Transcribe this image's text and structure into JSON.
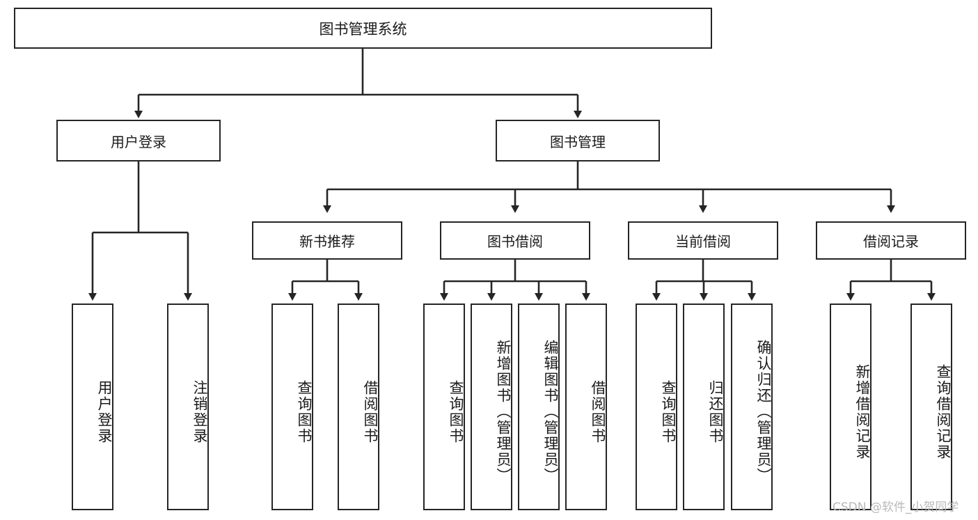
{
  "diagram": {
    "title": "图书管理系统",
    "type": "tree-hierarchy",
    "watermark": "CSDN @软件_小贺同学",
    "colors": {
      "stroke": "#252525",
      "fill": "#ffffff",
      "text": "#1a1a1a",
      "watermark": "#b9b9b9"
    },
    "root": {
      "label": "图书管理系统"
    },
    "level2": [
      {
        "label": "用户登录"
      },
      {
        "label": "图书管理"
      }
    ],
    "level3": [
      {
        "label": "新书推荐"
      },
      {
        "label": "图书借阅"
      },
      {
        "label": "当前借阅"
      },
      {
        "label": "借阅记录"
      }
    ],
    "leaves": {
      "user_login": [
        {
          "label": "用户登录"
        },
        {
          "label": "注销登录"
        }
      ],
      "new_book": [
        {
          "label": "查询图书"
        },
        {
          "label": "借阅图书"
        }
      ],
      "book_borrow": [
        {
          "label": "查询图书"
        },
        {
          "label": "新增图书（管理员）"
        },
        {
          "label": "编辑图书（管理员）"
        },
        {
          "label": "借阅图书"
        }
      ],
      "current_borrow": [
        {
          "label": "查询图书"
        },
        {
          "label": "归还图书"
        },
        {
          "label": "确认归还（管理员）"
        }
      ],
      "borrow_record": [
        {
          "label": "新增借阅记录"
        },
        {
          "label": "查询借阅记录"
        }
      ]
    }
  }
}
